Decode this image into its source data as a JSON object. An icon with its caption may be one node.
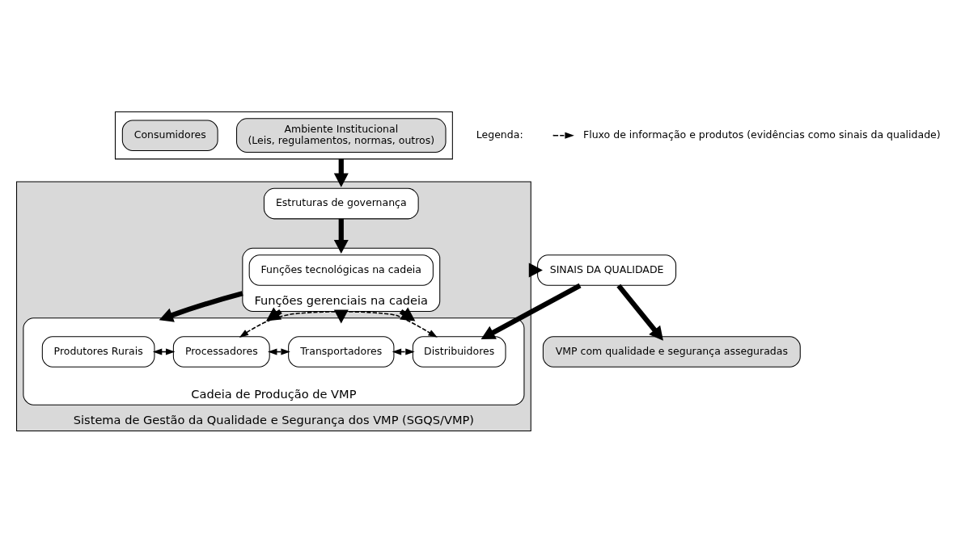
{
  "diagram": {
    "nodes": [
      {
        "text": [],
        "shape": "box"
      },
      {
        "text": [
          "Ambiente Institucional",
          "(Leis, regulamentos, normas, outros)"
        ],
        "in": 0
      },
      {
        "text": [
          "Consumidores"
        ],
        "in": 0
      },
      {
        "text": [
          "Sistema de Gestão da Qualidade e Segurança dos VMP (SGQS/VMP)"
        ]
      },
      {
        "text": [
          "Estruturas de governança"
        ],
        "in": 3
      },
      {
        "text": [
          "Funções gerenciais na cadeia"
        ],
        "in": 3
      },
      {
        "text": [
          "Funções tecnológicas na cadeia"
        ],
        "in": 5
      },
      {
        "text": [
          "Cadeia de Produção de VMP"
        ],
        "in": 3
      },
      {
        "text": [
          "Produtores Rurais"
        ],
        "in": 7
      },
      {
        "text": [
          "Processadores"
        ],
        "in": 7
      },
      {
        "text": [
          "Transportadores"
        ],
        "in": 7
      },
      {
        "text": [
          "Distribuidores"
        ],
        "in": 7
      },
      {
        "text": [
          "VMP com qualidade e segurança asseguradas"
        ]
      },
      {
        "text": [
          "SINAIS DA QUALIDADE"
        ]
      }
    ],
    "edges": [
      {
        "from": 0,
        "to": 3,
        "arrow": "to"
      },
      {
        "from": 4,
        "to": 5,
        "arrow": "to"
      },
      {
        "from": 5,
        "to": 7,
        "arrow": "to"
      },
      {
        "from": 5,
        "to": 7,
        "arrow": "to"
      },
      {
        "from": 5,
        "to": 7,
        "arrow": "to"
      },
      {
        "from": 5,
        "to": 7,
        "arrow": "to"
      },
      {
        "from": 8,
        "to": 9,
        "arrow": "both",
        "style": "dashed"
      },
      {
        "from": 9,
        "to": 10,
        "arrow": "both",
        "style": "dashed"
      },
      {
        "from": 10,
        "to": 11,
        "arrow": "both",
        "style": "dashed"
      },
      {
        "from": 9,
        "to": 11,
        "arrow": "both",
        "style": "dashed"
      },
      {
        "from": 13,
        "to": 11,
        "arrow": "to"
      },
      {
        "from": 3,
        "to": 13,
        "arrow": "to"
      },
      {
        "from": 13,
        "to": 12,
        "arrow": "to"
      }
    ],
    "labels": [
      "Legenda:"
    ],
    "legend": [
      {
        "text": "Fluxo de informação e produtos (evidências como sinais da qualidade)"
      }
    ]
  }
}
